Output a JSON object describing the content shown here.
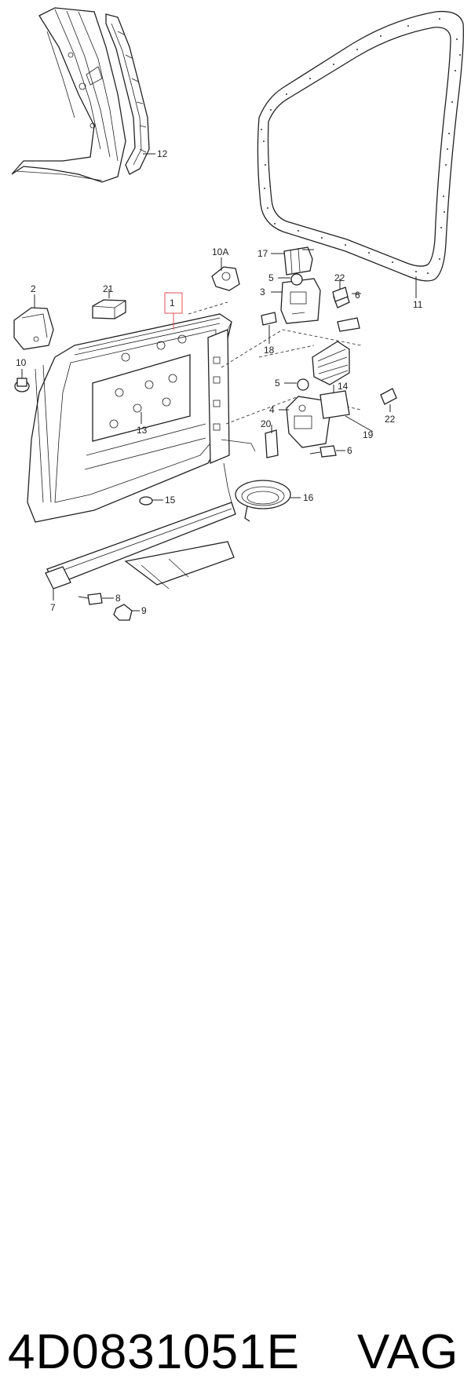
{
  "callouts": {
    "c1": "1",
    "c2": "2",
    "c3": "3",
    "c4": "4",
    "c5a": "5",
    "c5b": "5",
    "c6a": "6",
    "c6b": "6",
    "c7": "7",
    "c8": "8",
    "c9": "9",
    "c10": "10",
    "c10a": "10A",
    "c11": "11",
    "c12": "12",
    "c13": "13",
    "c14": "14",
    "c15": "15",
    "c16": "16",
    "c17": "17",
    "c18": "18",
    "c19": "19",
    "c20": "20",
    "c21": "21",
    "c22a": "22",
    "c22b": "22"
  },
  "highlight_color": "#e05050",
  "caption": {
    "part_number": "4D0831051E",
    "brand": "VAG"
  }
}
